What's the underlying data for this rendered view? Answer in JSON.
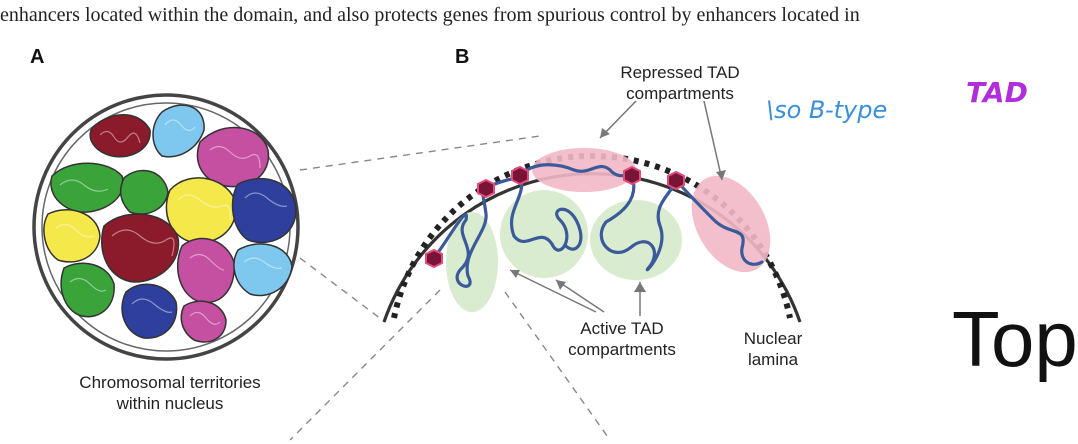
{
  "top_text": "enhancers located within the domain, and also protects genes from spurious control by enhancers located in",
  "panel_a": {
    "letter": "A",
    "caption_line1": "Chromosomal territories",
    "caption_line2": "within nucleus"
  },
  "panel_b": {
    "letter": "B",
    "repressed_line1": "Repressed TAD",
    "repressed_line2": "compartments",
    "active_line1": "Active TAD",
    "active_line2": "compartments",
    "lamina_line1": "Nuclear",
    "lamina_line2": "lamina"
  },
  "annotation": {
    "handwritten_note": "\\so B-type",
    "handwritten_tad": "TAD"
  },
  "slide_title_fragment": "Top",
  "colors": {
    "territory_colors": [
      "#8b1a2b",
      "#7ec8ef",
      "#c54fa0",
      "#3aa33a",
      "#f5e84a",
      "#2f3f9e"
    ],
    "repressed_fill": "#f2b8c6",
    "active_fill": "#d9ecd0",
    "chromatin": "#3b5a9a",
    "ctcf": "#7a1437",
    "note_blue": "#3a8fd8",
    "note_purple": "#b02fd8"
  }
}
